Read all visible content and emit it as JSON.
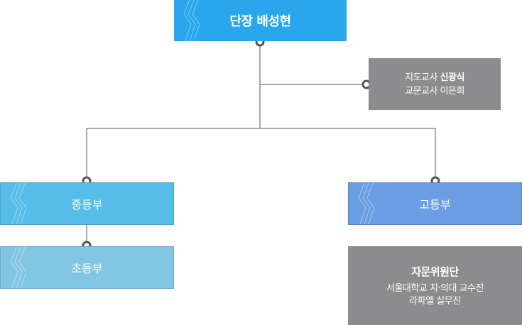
{
  "leader": {
    "label": "단장 배성현"
  },
  "teachers": {
    "line1_role": "지도교사",
    "line1_name": "신광식",
    "line2_role": "교문교사",
    "line2_name": "이은희"
  },
  "departments": {
    "middle": "중등부",
    "elementary": "초등부",
    "high": "고등부"
  },
  "advisory": {
    "title": "자문위원단",
    "line1": "서울대학교 치·의대 교수진",
    "line2": "라파엘 실무진"
  },
  "colors": {
    "leader": "#2aa6ec",
    "teachers": "#8c8c8e",
    "middle": "#56bde9",
    "elementary": "#83c6e3",
    "high": "#6a9ee3",
    "advisory": "#8c8c8e",
    "connector": "#555555"
  }
}
